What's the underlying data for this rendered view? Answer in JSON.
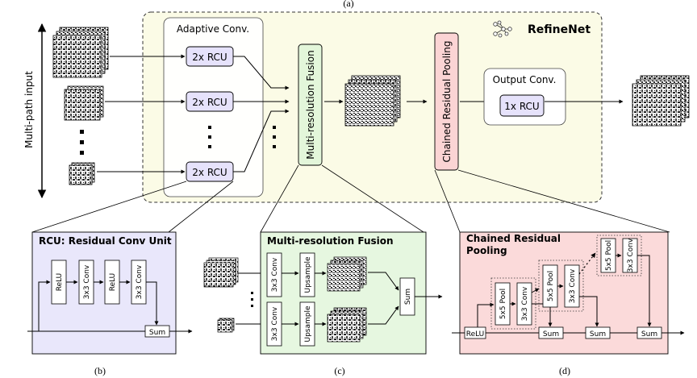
{
  "top_caption": "(a)",
  "side_label": "Multi-path input",
  "refinenet": {
    "brand": "RefineNet",
    "adaptive_conv": "Adaptive Conv.",
    "rcu_2x": "2x RCU",
    "mrf_vertical": "Multi-resolution Fusion",
    "crp_vertical": "Chained Residual Pooling",
    "output_conv": "Output Conv.",
    "rcu_1x": "1x RCU"
  },
  "panel_b": {
    "title": "RCU: Residual Conv Unit",
    "relu": "ReLU",
    "conv": "3x3 Conv",
    "sum": "Sum",
    "caption": "(b)"
  },
  "panel_c": {
    "title": "Multi-resolution Fusion",
    "conv": "3x3 Conv",
    "upsample": "Upsample",
    "sum": "Sum",
    "caption": "(c)"
  },
  "panel_d": {
    "title_line1": "Chained Residual",
    "title_line2": "Pooling",
    "relu": "ReLU",
    "pool": "5x5 Pool",
    "conv": "3x3 Conv",
    "sum": "Sum",
    "caption": "(d)"
  },
  "colors": {
    "refinenet_bg": "#fbfbe6",
    "rcu_fill": "#e6e2fb",
    "mrf_fill": "#e3f6da",
    "crp_fill": "#fbd4d4",
    "panel_b_bg": "#e9e7fb",
    "panel_c_bg": "#e6f7e0",
    "panel_d_bg": "#fbdada"
  }
}
